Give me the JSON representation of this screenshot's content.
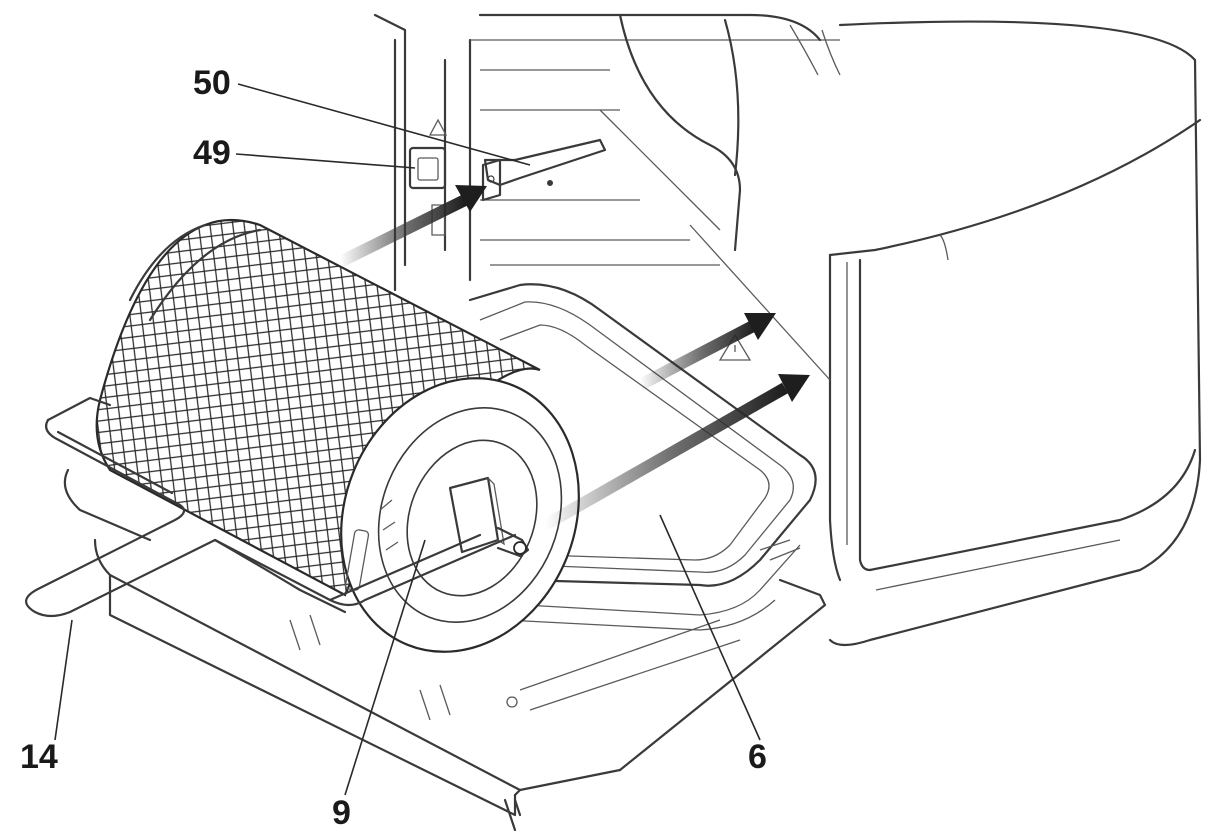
{
  "diagram": {
    "callouts": [
      {
        "id": "c50",
        "label": "50"
      },
      {
        "id": "c49",
        "label": "49"
      },
      {
        "id": "c14",
        "label": "14"
      },
      {
        "id": "c9",
        "label": "9"
      },
      {
        "id": "c6",
        "label": "6"
      }
    ]
  },
  "colors": {
    "line": "#3a3a3a",
    "arrow_dark": "#1e1e1e",
    "background": "#ffffff"
  }
}
